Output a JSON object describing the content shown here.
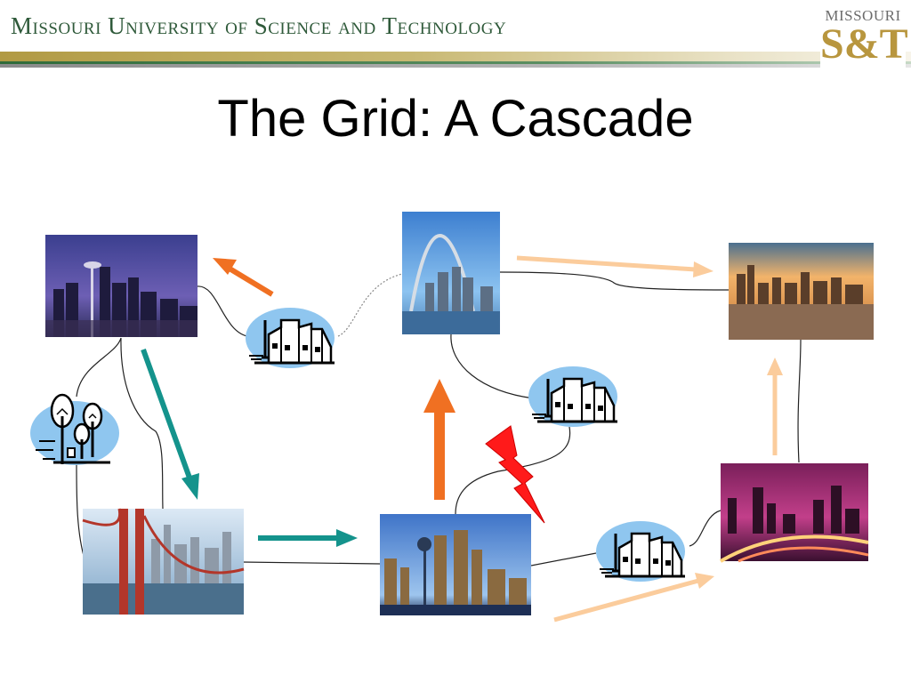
{
  "header": {
    "university_name": "Missouri University of Science and Technology",
    "logo_top": "MISSOURI",
    "logo_main": "S&T"
  },
  "slide": {
    "title": "The Grid: A Cascade"
  },
  "colors": {
    "teal_arrow": "#14938c",
    "orange_arrow": "#f07022",
    "peach_arrow": "#fbcc9c",
    "lightning": "#ff1a1a",
    "plant_blob": "#8fc6ef",
    "header_green": "#2f5a3a",
    "logo_gold": "#b8963e"
  },
  "diagram": {
    "cities": [
      "seattle-skyline",
      "st-louis-arch",
      "new-york-skyline",
      "san-francisco-golden-gate",
      "dallas-skyline",
      "atlanta-night-skyline"
    ],
    "power_plants": [
      "plant-near-seattle",
      "plant-near-st-louis",
      "plant-near-atlanta"
    ],
    "icons": [
      "tree-park-icon",
      "lightning-bolt-icon"
    ]
  }
}
